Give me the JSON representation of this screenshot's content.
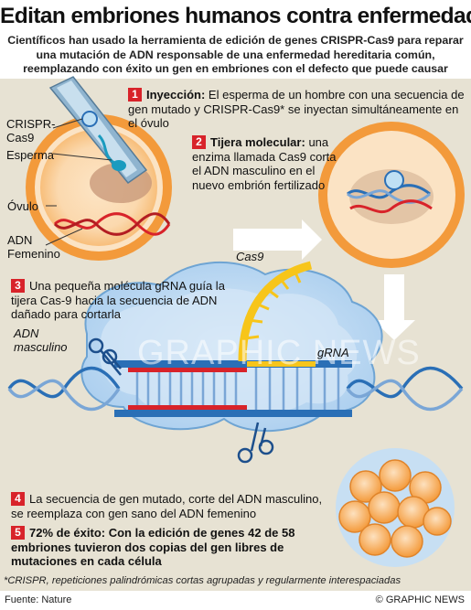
{
  "title": "Editan embriones humanos contra enfermedad",
  "subtitle": "Científicos han usado la herramienta de edición de genes CRISPR-Cas9 para reparar una mutación de ADN responsable de una enfermedad hereditaria común, reemplazando con éxito un gen en embriones con el defecto que puede causar insuficiencia cardíaca",
  "steps": [
    {
      "number": "1",
      "heading": "Inyección:",
      "text": "El esperma de un hombre con una secuencia de gen mutado y CRISPR-Cas9* se inyectan simultáneamente en el óvulo"
    },
    {
      "number": "2",
      "heading": "Tijera molecular:",
      "text": "una enzima llamada Cas9 corta el ADN masculino en el nuevo embrión fertilizado"
    },
    {
      "number": "3",
      "heading": "",
      "text": "Una pequeña molécula gRNA guía la tijera Cas-9 hacia la secuencia de ADN dañado para cortarla"
    },
    {
      "number": "4",
      "heading": "",
      "text": "La secuencia de gen mutado, corte del ADN masculino, se reemplaza con  gen sano del ADN femenino"
    },
    {
      "number": "5",
      "heading": "",
      "text": "72% de éxito: Con la edición de genes 42 de 58 embriones tuvieron dos copias del gen libres de mutaciones en cada célula"
    }
  ],
  "labels": {
    "crispr": "CRISPR-\nCas9",
    "esperma": "Esperma",
    "ovulo": "Óvulo",
    "adn_femenino": "ADN\nFemenino",
    "cas9": "Cas9",
    "adn_masculino": "ADN\nmasculino",
    "grna": "gRNA"
  },
  "footnote": "*CRISPR, repeticiones palindrómicas cortas agrupadas y regularmente interespaciadas",
  "source": "Fuente: Nature",
  "credit": "© GRAPHIC NEWS",
  "watermark": "GRAPHIC NEWS",
  "colors": {
    "panel": "#e7e2d3",
    "accent_red": "#d8232a",
    "egg_orange": "#f29a3c",
    "dna_blue": "#2a6fb6",
    "light_blue": "#bcd9f2"
  }
}
